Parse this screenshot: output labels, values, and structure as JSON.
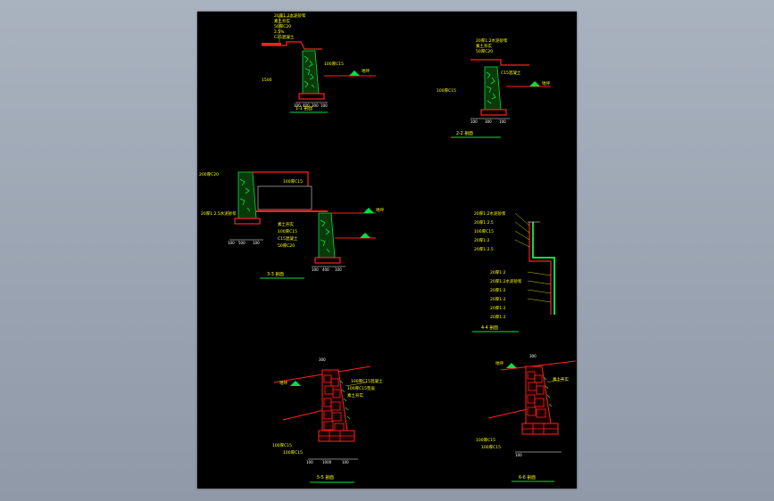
{
  "sections": [
    {
      "id": "s1",
      "caption": "1-1 剖面",
      "labels": [
        "20厚1:2水泥砂浆",
        "素土夯实",
        "50厚C20",
        "2.5%",
        "C15混凝土",
        "100厚C15",
        "1500"
      ],
      "ground": "地坪",
      "dims": [
        "100",
        "400",
        "300",
        "100"
      ]
    },
    {
      "id": "s2",
      "caption": "2-2 剖面",
      "labels": [
        "20厚1:2水泥砂浆",
        "素土夯实",
        "50厚C20",
        "C15混凝土",
        "100厚C15"
      ],
      "ground": "地坪",
      "dims": [
        "100",
        "300",
        "100"
      ]
    },
    {
      "id": "s3",
      "caption": "3-3 剖面",
      "labels": [
        "200厚C20",
        "100厚C15",
        "20厚1:2.5水泥砂浆",
        "素土夯实",
        "100厚C15",
        "C15混凝土",
        "50厚C20"
      ],
      "ground": "地坪",
      "dims": [
        "100",
        "500",
        "100",
        "100",
        "400",
        "100"
      ]
    },
    {
      "id": "s4",
      "caption": "4-4 剖面",
      "labels": [
        "20厚1:2水泥砂浆",
        "20厚1:2.5",
        "100厚C15",
        "20厚1:2",
        "20厚1:2.5",
        "20厚1:2",
        "20厚1:2水泥砂浆",
        "20厚1:2",
        "20厚1:2",
        "20厚1:2",
        "20厚1:2"
      ],
      "ground": "",
      "dims": []
    },
    {
      "id": "s5",
      "caption": "5-5 剖面",
      "labels": [
        "100厚C15混凝土",
        "100厚C15垫层",
        "素土夯实",
        "100厚C15",
        "100厚C15"
      ],
      "ground": "地坪",
      "dims": [
        "100",
        "1000",
        "100",
        "300"
      ]
    },
    {
      "id": "s6",
      "caption": "6-6 剖面",
      "labels": [
        "素土夯实",
        "100厚C15",
        "100厚C15"
      ],
      "ground": "地坪",
      "dims": [
        "100",
        "300"
      ]
    }
  ],
  "colors": {
    "background": "#000000",
    "wall": "#ff2020",
    "planting": "#00e040",
    "text": "#ffff00",
    "dimension": "#ffffff"
  }
}
